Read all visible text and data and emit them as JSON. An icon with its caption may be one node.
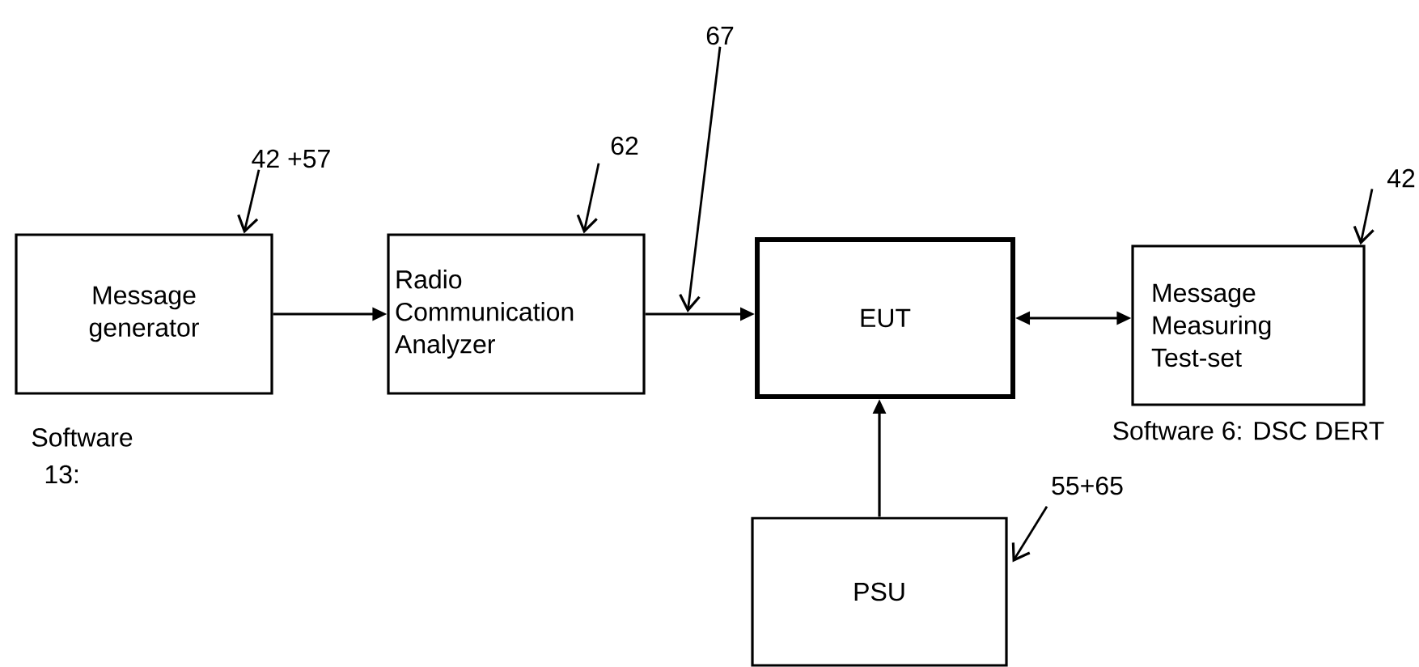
{
  "diagram": {
    "nodes": [
      {
        "text": [
          "Message generator"
        ]
      },
      {
        "text": [
          "Radio Communication Analyzer"
        ]
      },
      {
        "text": [
          "EUT"
        ]
      },
      {
        "text": [
          "Message Measuring Test-set"
        ],
        "beside": [
          "Software 6: DSC DERT"
        ]
      },
      {
        "text": [
          "PSU"
        ]
      },
      {
        "text": [
          "42 +57"
        ]
      },
      {
        "text": [
          "62"
        ]
      },
      {
        "text": [
          "67"
        ]
      },
      {
        "text": [
          "42"
        ]
      },
      {
        "text": [
          "55+65"
        ]
      }
    ],
    "edges": [
      {
        "from": 0,
        "to": 1,
        "arrow": "to"
      },
      {
        "from": 1,
        "to": 2,
        "arrow": "to"
      },
      {
        "from": 2,
        "to": 3,
        "arrow": "both"
      },
      {
        "from": 4,
        "to": 2,
        "arrow": "to"
      },
      {
        "from": 5,
        "to": 0,
        "arrow": "to"
      },
      {
        "from": 6,
        "to": 1,
        "arrow": "to"
      },
      {
        "from": 7,
        "to": null,
        "arrow": "to"
      },
      {
        "from": 8,
        "to": 3,
        "arrow": "to"
      },
      {
        "from": 9,
        "to": 4,
        "arrow": "to"
      }
    ],
    "labels": [
      "Software",
      "13:"
    ]
  }
}
